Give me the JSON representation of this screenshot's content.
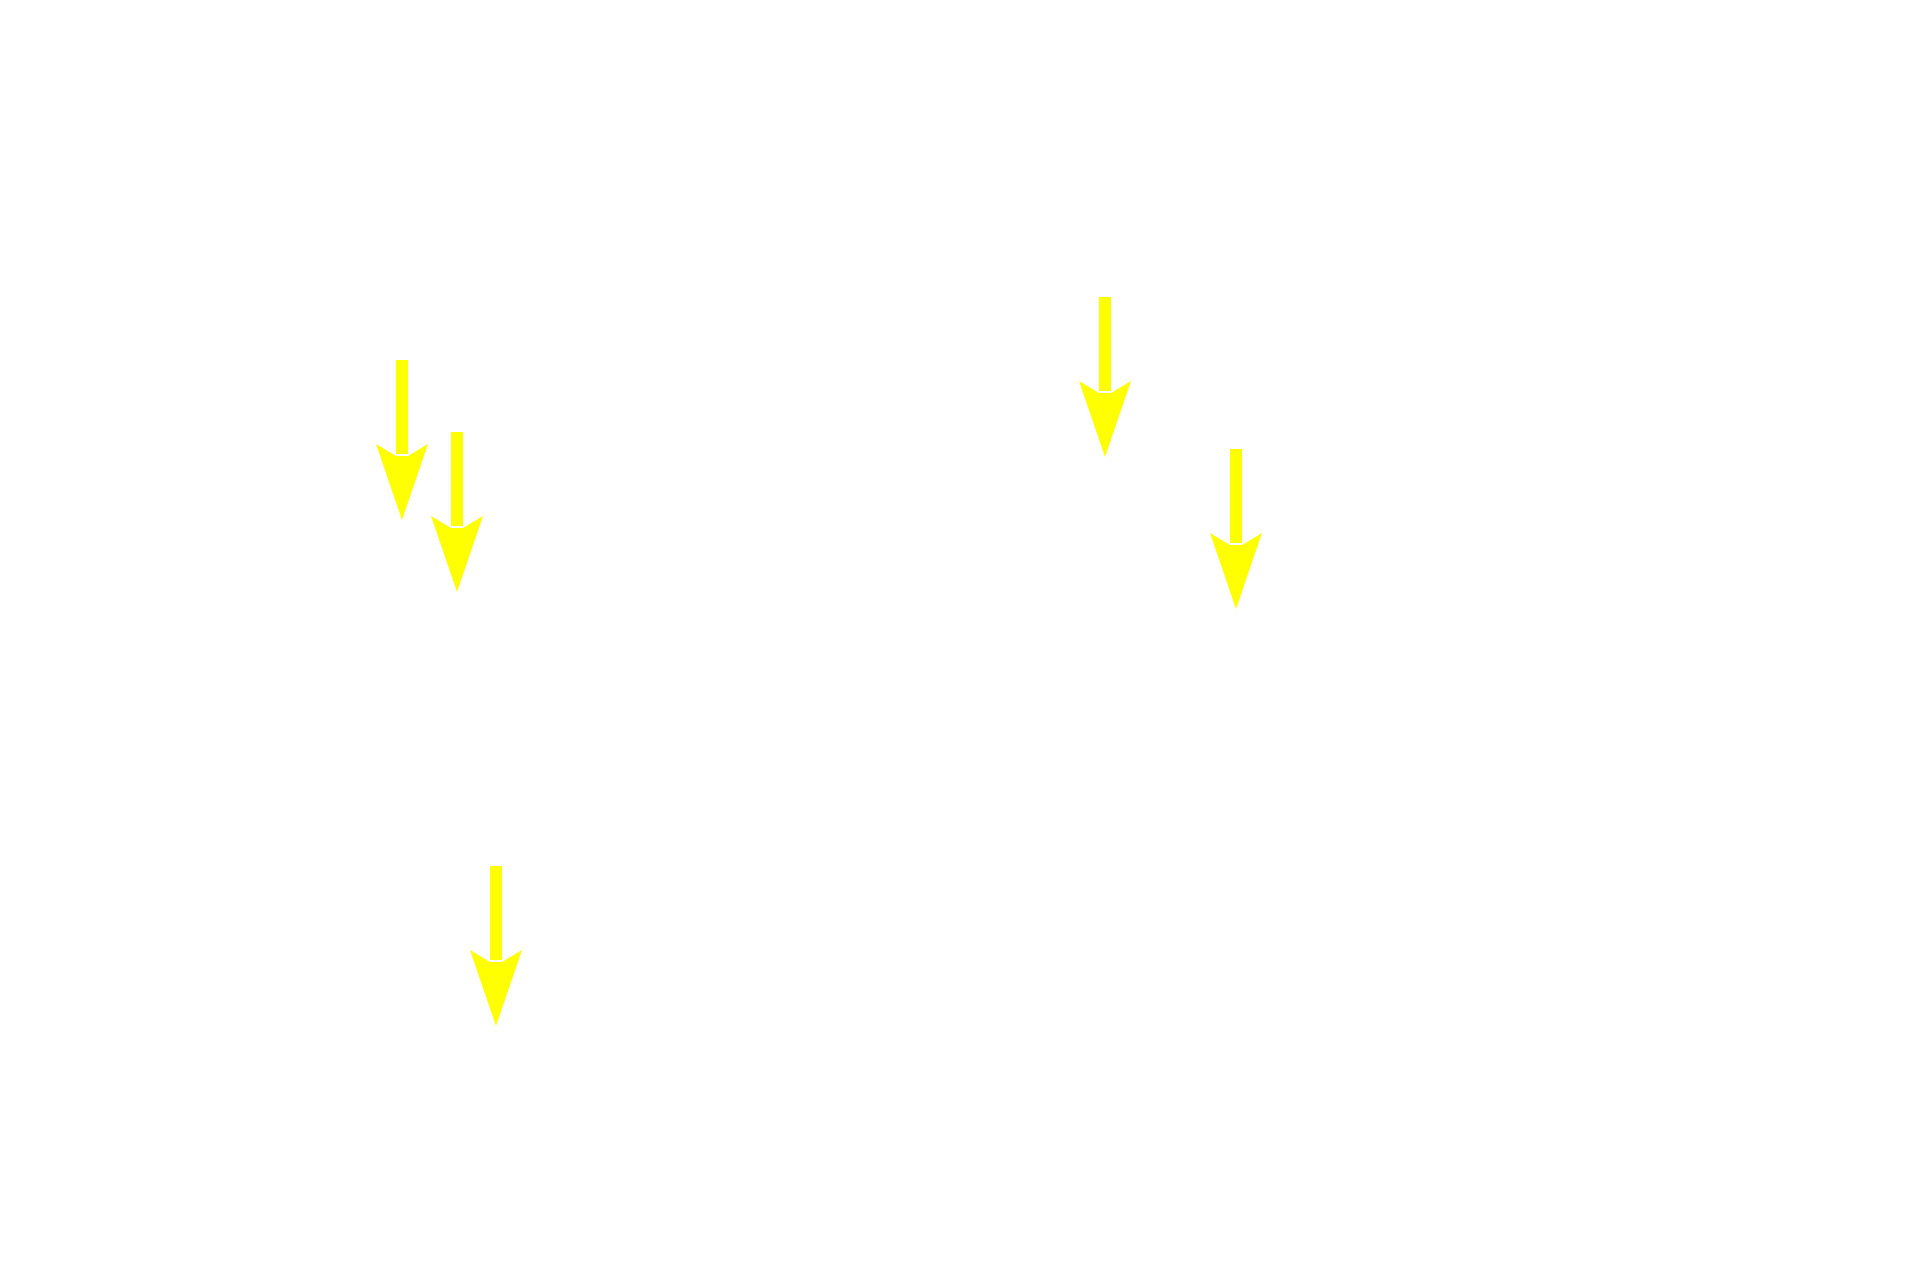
{
  "colors": {
    "background": "#ffffff",
    "arrow": "#ffff00"
  },
  "arrows": [
    {
      "icon": "down-arrow-icon",
      "direction": "down"
    },
    {
      "icon": "down-arrow-icon",
      "direction": "down"
    },
    {
      "icon": "down-arrow-icon",
      "direction": "down"
    },
    {
      "icon": "down-arrow-icon",
      "direction": "down"
    },
    {
      "icon": "down-arrow-icon",
      "direction": "down"
    }
  ]
}
